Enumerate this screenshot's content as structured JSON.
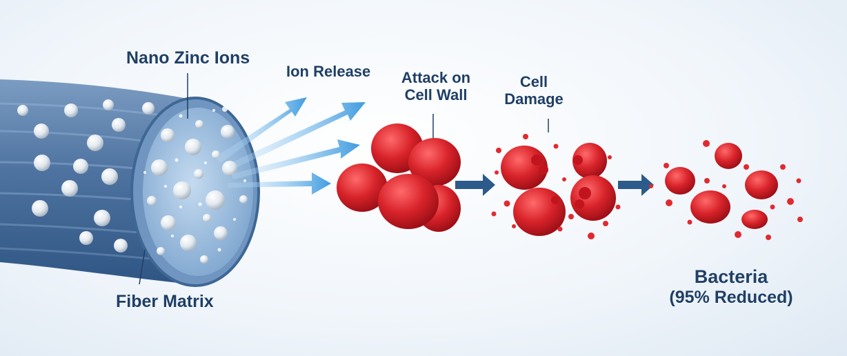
{
  "labels": {
    "nano_zinc_ions": "Nano Zinc Ions",
    "ion_release": "Ion Release",
    "attack_line1": "Attack on",
    "attack_line2": "Cell Wall",
    "damage_line1": "Cell",
    "damage_line2": "Damage",
    "fiber_matrix": "Fiber Matrix",
    "bacteria_line1": "Bacteria",
    "bacteria_line2": "(95% Reduced)"
  },
  "colors": {
    "fiber": "#4e73a0",
    "fiber_face": "#a9c7e6",
    "ion": "#eef2f6",
    "arrow": "#4aa3df",
    "bacteria": "#d8232a",
    "flow_arrow": "#2c5a8a",
    "text": "#1f3f66"
  }
}
